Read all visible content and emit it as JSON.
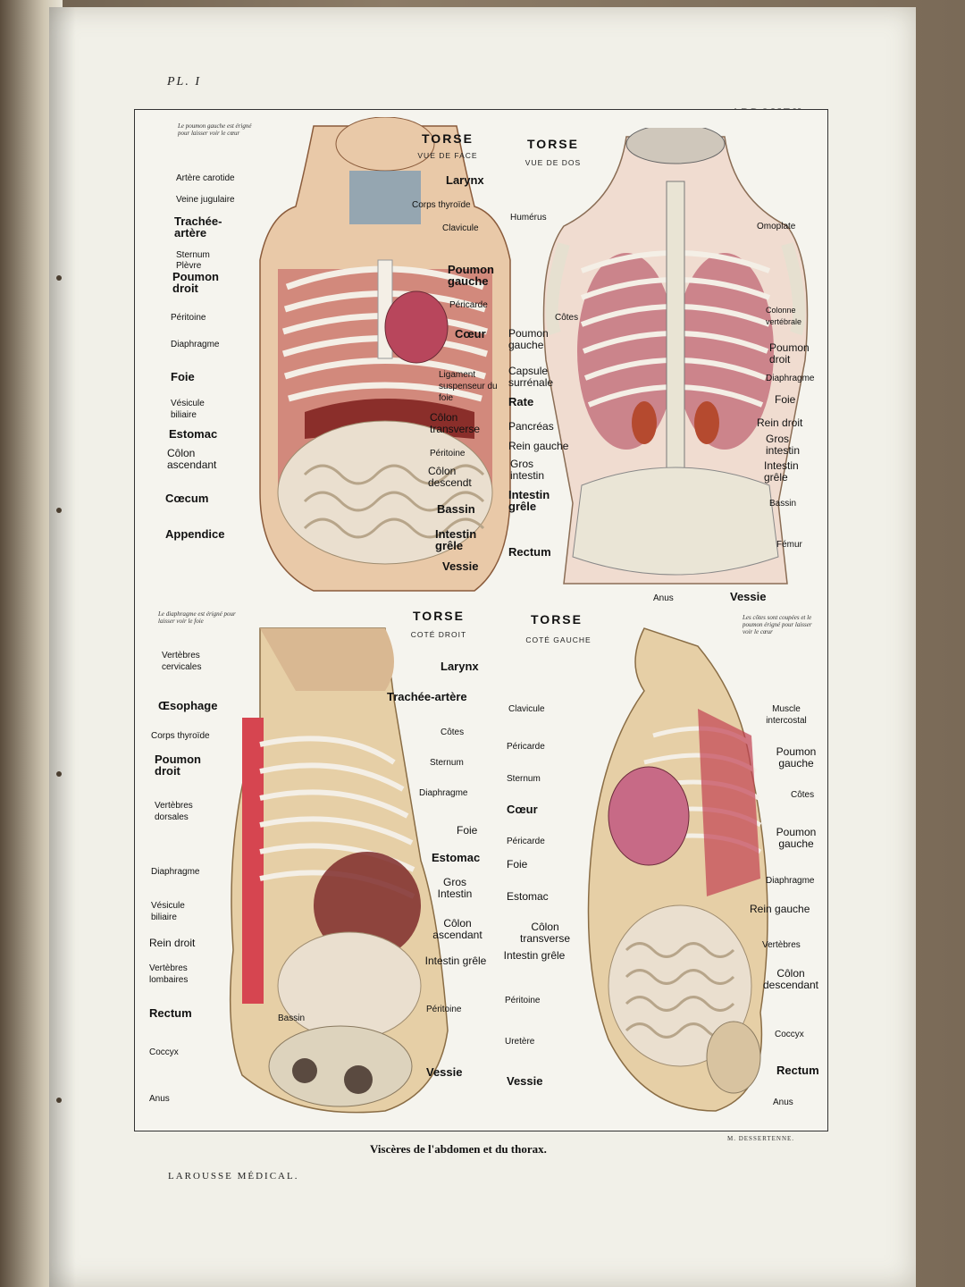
{
  "header": {
    "plate_number": "PL. I",
    "section": "ABDOMEN"
  },
  "panels": {
    "front": {
      "title": "TORSE",
      "subtitle": "VUE DE FACE",
      "note": "Le poumon gauche est érigné pour laisser voir le cœur",
      "labels_left": [
        "Artère carotide",
        "Veine jugulaire",
        "Trachée-artère",
        "Sternum",
        "Plèvre",
        "Poumon droit",
        "Péritoine",
        "Diaphragme",
        "Foie",
        "Vésicule biliaire",
        "Estomac",
        "Côlon ascendant",
        "Cœcum",
        "Appendice"
      ],
      "labels_right": [
        "Larynx",
        "Corps thyroïde",
        "Clavicule",
        "Poumon gauche",
        "Péricarde",
        "Cœur",
        "Ligament suspenseur du foie",
        "Côlon transverse",
        "Péritoine",
        "Côlon descendt",
        "Bassin",
        "Intestin grêle",
        "Vessie"
      ]
    },
    "back": {
      "title": "TORSE",
      "subtitle": "VUE DE DOS",
      "labels_left": [
        "Humérus",
        "Côtes",
        "Poumon gauche",
        "Capsule surrénale",
        "Rate",
        "Pancréas",
        "Rein gauche",
        "Gros intestin",
        "Intestin grêle",
        "Rectum",
        "Anus"
      ],
      "labels_right": [
        "Omoplate",
        "Colonne vertébrale",
        "Poumon droit",
        "Diaphragme",
        "Foie",
        "Rein droit",
        "Gros intestin",
        "Intestin grêle",
        "Bassin",
        "Fémur",
        "Vessie"
      ]
    },
    "right_side": {
      "title": "TORSE",
      "subtitle": "COTÉ DROIT",
      "note": "Le diaphragme est érigné pour laisser voir le foie",
      "labels_left": [
        "Vertèbres cervicales",
        "Œsophage",
        "Corps thyroïde",
        "Poumon droit",
        "Vertèbres dorsales",
        "Diaphragme",
        "Vésicule biliaire",
        "Rein droit",
        "Vertèbres lombaires",
        "Rectum",
        "Coccyx",
        "Anus"
      ],
      "labels_right": [
        "Larynx",
        "Trachée-artère",
        "Côtes",
        "Sternum",
        "Diaphragme",
        "Foie",
        "Estomac",
        "Gros Intestin",
        "Côlon ascendant",
        "Intestin grêle",
        "Péritoine",
        "Vessie",
        "Bassin"
      ]
    },
    "left_side": {
      "title": "TORSE",
      "subtitle": "COTÉ GAUCHE",
      "note": "Les côtes sont coupées et le poumon érigné pour laisser voir le cœur",
      "labels_left": [
        "Clavicule",
        "Péricarde",
        "Sternum",
        "Cœur",
        "Péricarde",
        "Foie",
        "Estomac",
        "Côlon transverse",
        "Intestin grêle",
        "Péritoine",
        "Uretère",
        "Vessie"
      ],
      "labels_right": [
        "Muscle intercostal",
        "Poumon gauche",
        "Côtes",
        "Poumon gauche",
        "Diaphragme",
        "Rein gauche",
        "Vertèbres",
        "Côlon descendant",
        "Coccyx",
        "Rectum",
        "Anus"
      ]
    }
  },
  "caption": "Viscères de l'abdomen et du thorax.",
  "credit": "M. DESSERTENNE.",
  "footer": "LAROUSSE MÉDICAL."
}
